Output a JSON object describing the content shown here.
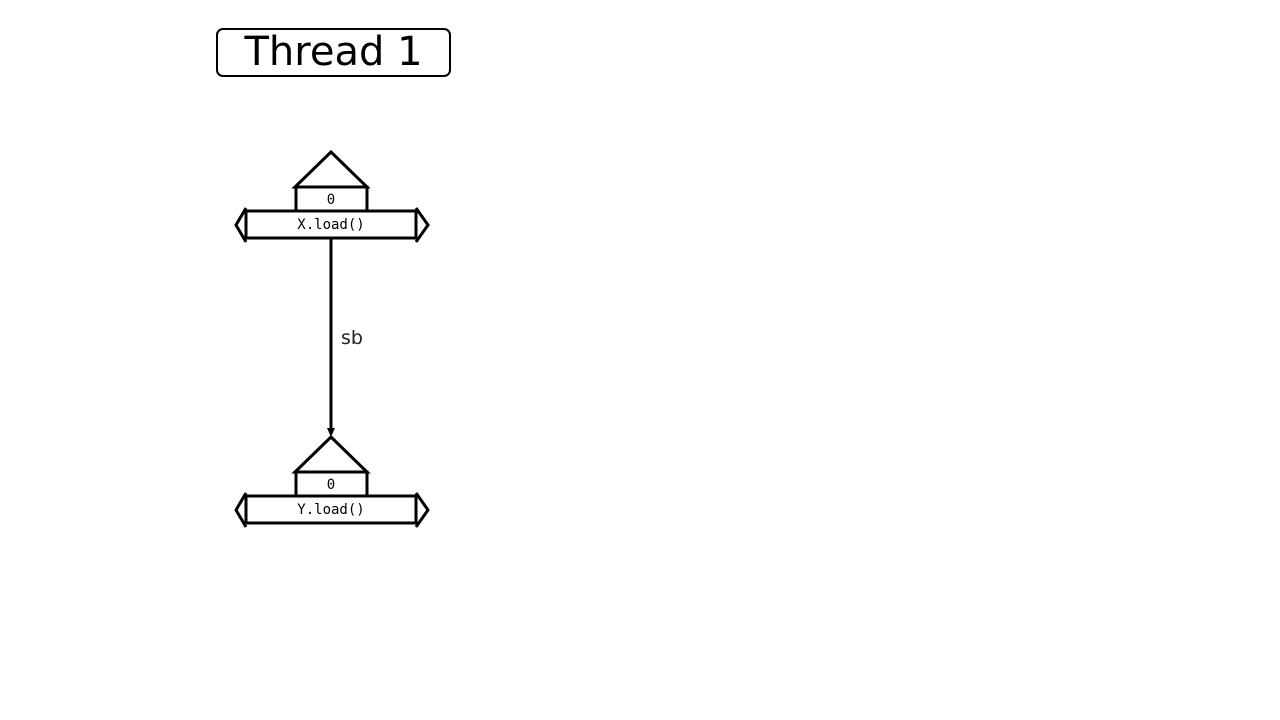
{
  "thread": {
    "title": "Thread 1"
  },
  "events": [
    {
      "value": "0",
      "operation": "X.load()"
    },
    {
      "value": "0",
      "operation": "Y.load()"
    }
  ],
  "edges": [
    {
      "from": 0,
      "to": 1,
      "label": "sb"
    }
  ],
  "colors": {
    "stroke": "#000000",
    "background": "#ffffff",
    "label": "#222222"
  }
}
